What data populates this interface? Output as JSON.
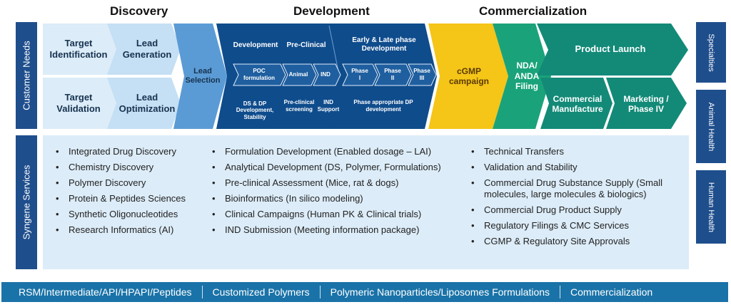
{
  "headers": {
    "discovery": "Discovery",
    "development": "Development",
    "commercialization": "Commercialization"
  },
  "left_labels": {
    "customer_needs": "Customer Needs",
    "services": "Syngene Services"
  },
  "right_labels": {
    "specialties": "Specialties",
    "animal_health": "Animal Health",
    "human_health": "Human Health"
  },
  "flow": {
    "target_identification": [
      "Target",
      "Identification"
    ],
    "target_validation": [
      "Target",
      "Validation"
    ],
    "lead_generation": [
      "Lead",
      "Generation"
    ],
    "lead_optimization": [
      "Lead",
      "Optimization"
    ],
    "lead_selection": [
      "Lead",
      "Selection"
    ],
    "development": "Development",
    "pre_clinical": "Pre-Clinical",
    "poc_formulation": [
      "POC",
      "formulation"
    ],
    "animal": "Animal",
    "ind": "IND",
    "ds_dp": [
      "DS & DP",
      "Development,",
      "Stability"
    ],
    "pre_clinical_screening": [
      "Pre-clinical",
      "screening"
    ],
    "ind_support": [
      "IND",
      "Support"
    ],
    "early_late": [
      "Early & Late phase",
      "Development"
    ],
    "phase_1": [
      "Phase",
      "I"
    ],
    "phase_2": [
      "Phase",
      "II"
    ],
    "phase_3": [
      "Phase",
      "III"
    ],
    "phase_appropriate": [
      "Phase appropriate DP",
      "development"
    ],
    "cgmp": [
      "cGMP",
      "campaign"
    ],
    "nda": [
      "NDA/",
      "ANDA",
      "Filing"
    ],
    "product_launch": "Product Launch",
    "commercial_manufacture": [
      "Commercial",
      "Manufacture"
    ],
    "marketing": [
      "Marketing /",
      "Phase IV"
    ]
  },
  "services": {
    "col1": [
      "Integrated Drug Discovery",
      "Chemistry Discovery",
      "Polymer Discovery",
      "Protein & Peptides Sciences",
      "Synthetic Oligonucleotides",
      "Research Informatics (AI)"
    ],
    "col2": [
      "Formulation Development (Enabled dosage – LAI)",
      "Analytical Development (DS, Polymer, Formulations)",
      "Pre-clinical Assessment (Mice, rat & dogs)",
      "Bioinformatics (In silico modeling)",
      "Clinical Campaigns (Human PK & Clinical trials)",
      "IND Submission (Meeting information package)"
    ],
    "col3": [
      "Technical Transfers",
      "Validation and Stability",
      "Commercial Drug Substance Supply (Small molecules, large molecules & biologics)",
      "Commercial Drug Product Supply",
      "Regulatory Filings & CMC Services",
      "CGMP & Regulatory Site Approvals"
    ]
  },
  "bottom_bar": [
    "RSM/Intermediate/API/HPAPI/Peptides",
    "Customized Polymers",
    "Polymeric Nanoparticles/Liposomes Formulations",
    "Commercialization"
  ],
  "colors": {
    "navy": "#1f4e8c",
    "light_blue": "#dcecf8",
    "mid_blue": "#5b9bd5",
    "dark_blue": "#0f4c8c",
    "yellow": "#f5c518",
    "green": "#1aa37a",
    "teal": "#138a78",
    "bottom": "#1a73a8"
  }
}
